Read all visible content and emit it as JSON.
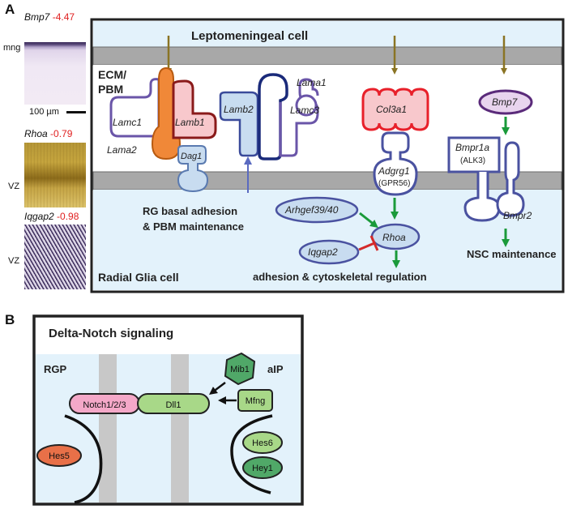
{
  "panel_a": {
    "letter": "A",
    "ish": [
      {
        "gene": "Bmp7",
        "score": "-4.47",
        "side_label": "mng"
      },
      {
        "gene": "Rhoa",
        "score": "-0.79",
        "side_label": "VZ"
      },
      {
        "gene": "Iqgap2",
        "score": "-0.98",
        "side_label": "VZ"
      }
    ],
    "scale_bar": "100 µm",
    "compartments": {
      "top": "Leptomeningeal cell",
      "middle": [
        "ECM/",
        "PBM"
      ],
      "bottom": "Radial Glia cell"
    },
    "molecules": {
      "lamc1": "Lamc1",
      "lamb1": "Lamb1",
      "lama2": "Lama2",
      "lamb2": "Lamb2",
      "lama1": "Lama1",
      "lamc3": "Lamc3",
      "dag1": "Dag1",
      "col3a1": "Col3a1",
      "adgrg1": "Adgrg1",
      "adgrg1_alias": "(GPR56)",
      "arhgef": "Arhgef39/40",
      "rhoa": "Rhoa",
      "iqgap2": "Iqgap2",
      "bmp7": "Bmp7",
      "bmpr1a": "Bmpr1a",
      "bmpr1a_alias": "(ALK3)",
      "bmpr2": "Bmpr2"
    },
    "outcomes": {
      "rg_line1": "RG basal adhesion",
      "rg_line2": "& PBM maintenance",
      "adhesion": "adhesion & cytoskeletal regulation",
      "nsc": "NSC maintenance"
    }
  },
  "panel_b": {
    "letter": "B",
    "title": "Delta-Notch signaling",
    "left_cell": "RGP",
    "right_cell": "aIP",
    "molecules": {
      "notch": "Notch1/2/3",
      "dll1": "Dll1",
      "mib1": "Mib1",
      "mfng": "Mfng",
      "hes5": "Hes5",
      "hes6": "Hes6",
      "hey1": "Hey1"
    }
  },
  "colors": {
    "cell_fill": "#e3f2fb",
    "membrane": "#a8a8a8",
    "laminin_outline": "#6a55a8",
    "receptor_outline": "#4a52a0",
    "col3a1_red": "#e8202a",
    "arrow_olive": "#8a7424",
    "arrow_green": "#1a9a3a",
    "inhibit_red": "#d42a2a",
    "lamb1_fill": "#f8c8cc",
    "lama2_fill": "#f08838",
    "blue_fill": "#c8dcf0",
    "notch_pink": "#f4a8c8",
    "dll_green": "#a8d888",
    "mib_green": "#50a868",
    "hes5_orange": "#e87048"
  }
}
